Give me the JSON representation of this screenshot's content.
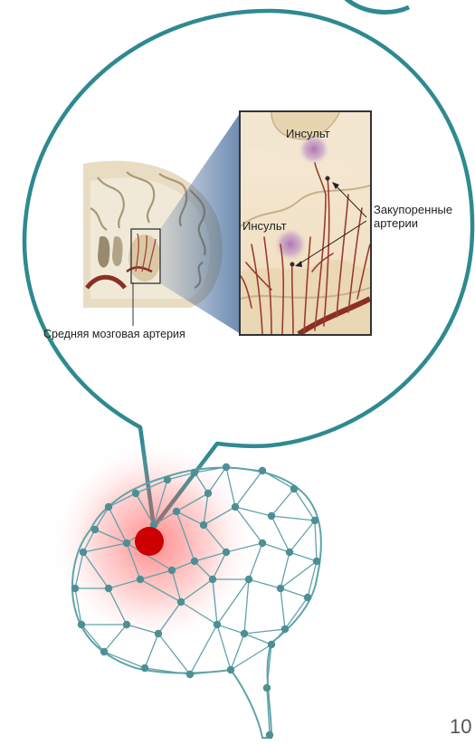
{
  "labels": {
    "stroke_top": "Инсульт",
    "stroke_left": "Инсульт",
    "blocked_arteries_line1": "Закупоренные",
    "blocked_arteries_line2": "артерии",
    "middle_cerebral_artery": "Средняя мозговая артерия"
  },
  "page_number": "10",
  "colors": {
    "bubble_stroke": "#2e8a90",
    "network": "#5fa3a8",
    "node": "#4d8f95",
    "highlight": "#cc0000",
    "infarct": "#b07ab8",
    "artery": "#9c3b30"
  }
}
